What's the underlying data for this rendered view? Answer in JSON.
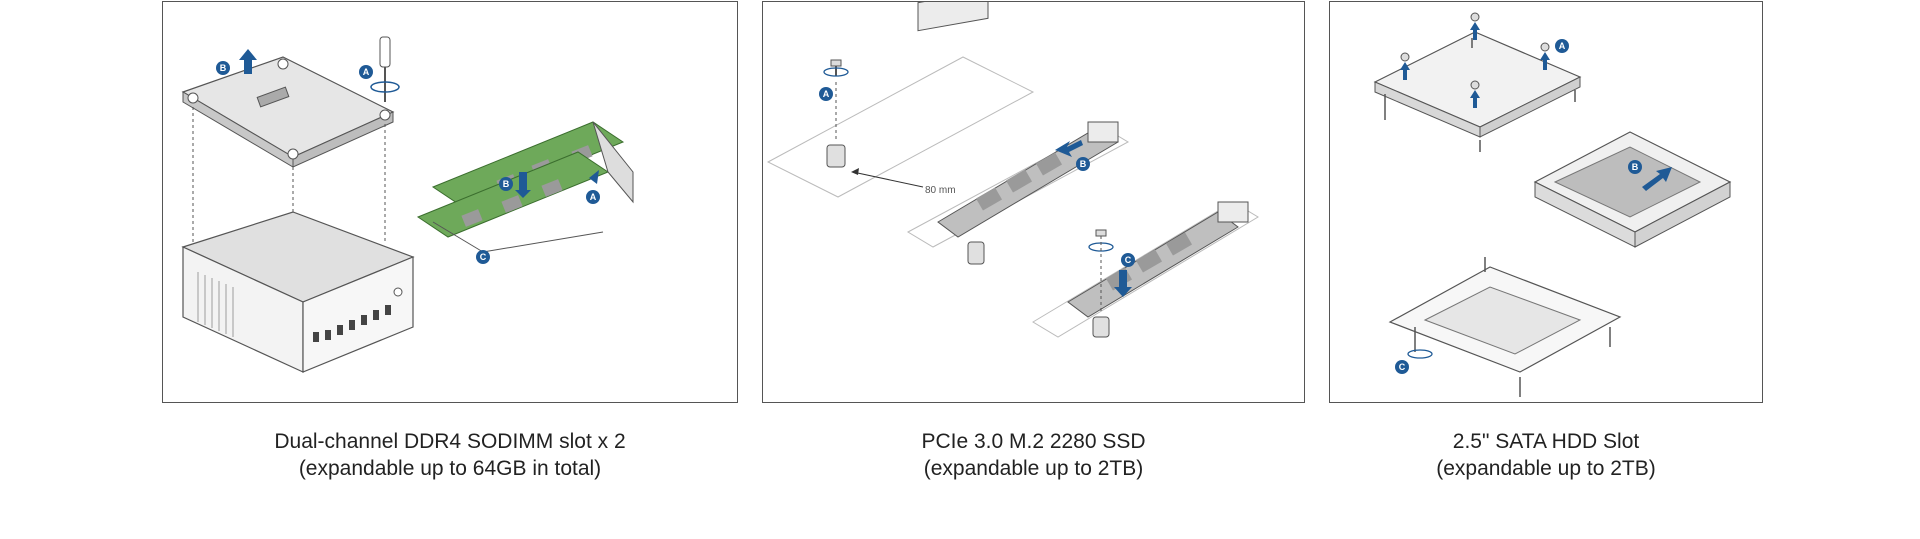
{
  "colors": {
    "accent_blue": "#1f5a96",
    "ram_green": "#6ea95a",
    "chassis_gray": "#d9d9d9",
    "outline": "#555555"
  },
  "panels": [
    {
      "id": "ram",
      "caption_line1": "Dual-channel DDR4 SODIMM slot x 2",
      "caption_line2": "(expandable up to 64GB in total)",
      "steps": [
        "A",
        "B",
        "B",
        "A",
        "C"
      ]
    },
    {
      "id": "ssd",
      "caption_line1": "PCIe 3.0 M.2 2280 SSD",
      "caption_line2": "(expandable up to 2TB)",
      "dimension_label": "80 mm",
      "steps": [
        "A",
        "B",
        "C"
      ]
    },
    {
      "id": "hdd",
      "caption_line1": "2.5\" SATA HDD Slot",
      "caption_line2": "(expandable up to 2TB)",
      "steps": [
        "A",
        "B",
        "C"
      ]
    }
  ]
}
